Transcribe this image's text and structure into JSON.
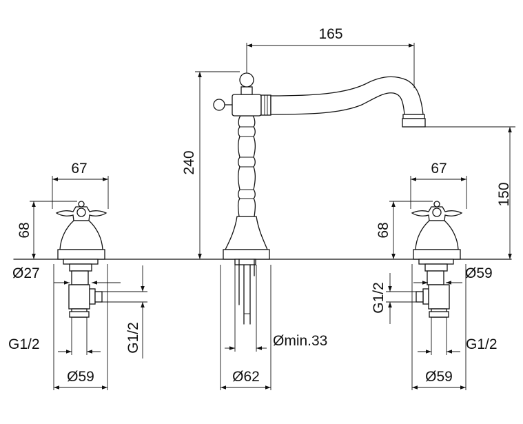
{
  "dimensions": {
    "spout_reach": "165",
    "total_height": "240",
    "spout_height": "150",
    "handle_width_left": "67",
    "handle_width_right": "67",
    "handle_height_left": "68",
    "handle_height_right": "68",
    "flange_left": "Ø27",
    "flange_right": "Ø59",
    "thread_left_h": "G1/2",
    "thread_left_v": "G1/2",
    "thread_right_v": "G1/2",
    "thread_right_h": "G1/2",
    "hole_min": "Ømin.33",
    "base_left": "Ø59",
    "base_center": "Ø62",
    "base_right": "Ø59"
  },
  "colors": {
    "line": "#111111",
    "background": "#ffffff"
  }
}
